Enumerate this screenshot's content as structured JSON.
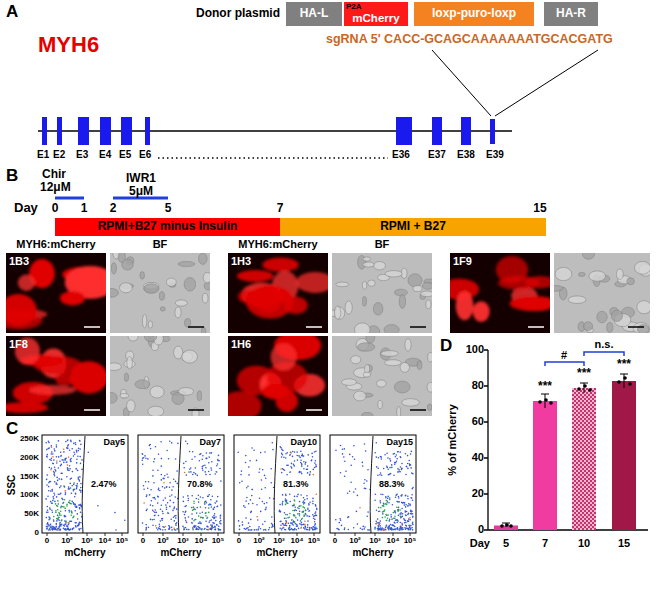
{
  "diagram": {
    "nodes": [
      {
        "text": [
          "HA-L"
        ]
      },
      {
        "text": [
          "P2A",
          "mCherry"
        ]
      },
      {
        "text": [
          "loxp-puro-loxp"
        ]
      },
      {
        "text": [
          "HA-R"
        ]
      },
      {
        "text": [
          "RPMI+B27 minus Insulin"
        ]
      },
      {
        "text": [
          "RPMI + B27"
        ]
      }
    ],
    "labels": [
      "A",
      "Donor plasmid",
      "MYH6",
      "sgRNA 5' CACC-GCAGCAAAAAAATGCACGATG",
      "E1",
      "E2",
      "E3",
      "E4",
      "E5",
      "E6",
      "E36",
      "E37",
      "E38",
      "E39",
      "B",
      "Chir",
      "12μM",
      "IWR1",
      "5μM",
      "Day",
      "0",
      "1",
      "2",
      "5",
      "7",
      "15",
      "MYH6:mCherry",
      "BF",
      "MYH6:mCherry",
      "BF",
      "1B3",
      "1H3",
      "1F9",
      "1F8",
      "1H6",
      "C",
      "SSC",
      "250K",
      "200K",
      "150K",
      "100K",
      "50K",
      "0",
      "Day5",
      "2.47%",
      "0",
      "10²",
      "10³",
      "10⁴",
      "10⁵",
      "mCherry",
      "Day7",
      "70.8%",
      "0",
      "10²",
      "10³",
      "10⁴",
      "10⁵",
      "mCherry",
      "Day10",
      "81.3%",
      "0",
      "10²",
      "10³",
      "10⁴",
      "10⁵",
      "mCherry",
      "Day15",
      "88.3%",
      "0",
      "10²",
      "10³",
      "10⁴",
      "10⁵",
      "mCherry",
      "D",
      "% of mCherry",
      "100",
      "80",
      "60",
      "40",
      "20",
      "0",
      "Day",
      "5",
      "7",
      "10",
      "15",
      "#",
      "n.s.",
      "***",
      "***",
      "***"
    ]
  }
}
